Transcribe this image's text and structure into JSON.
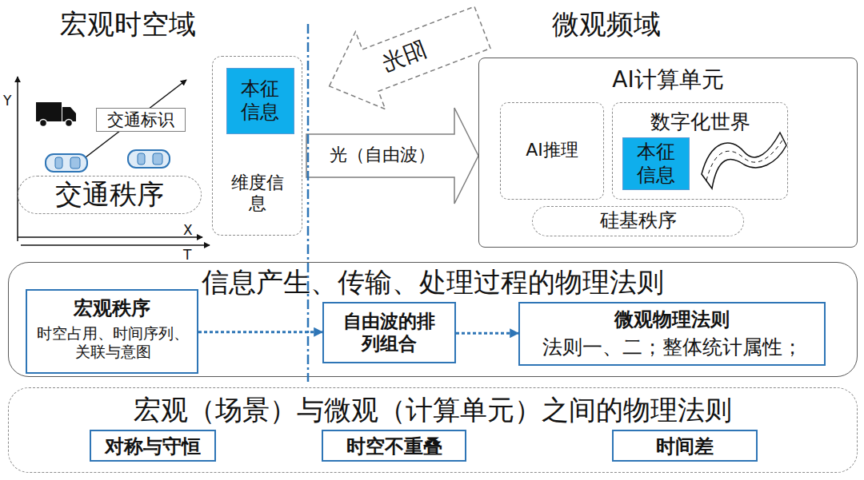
{
  "diagram": {
    "nodes": [
      {
        "text": [
          "交通标识"
        ]
      },
      {
        "text": [
          "交通秩序"
        ]
      },
      {
        "text": [
          "维度信息"
        ]
      },
      {
        "text": [
          "本征信息"
        ],
        "in": 2
      },
      {
        "text": [
          "阳光"
        ]
      },
      {
        "text": [
          "光（自由波）"
        ]
      },
      {
        "text": [
          "AI计算单元"
        ]
      },
      {
        "text": [
          "AI推理"
        ],
        "in": 6
      },
      {
        "text": [
          "数字化世界"
        ],
        "in": 6
      },
      {
        "text": [
          "本征信息"
        ],
        "in": 8
      },
      {
        "text": [
          "硅基秩序"
        ],
        "in": 6
      },
      {
        "text": [
          "信息产生、传输、处理过程的物理法则"
        ]
      },
      {
        "text": [
          "宏观秩序",
          "时空占用、时间序列、关联与意图"
        ],
        "in": 11
      },
      {
        "text": [
          "自由波的排列组合"
        ],
        "in": 11
      },
      {
        "text": [
          "微观物理法则",
          "法则一、二；整体统计属性；"
        ],
        "in": 11
      },
      {
        "text": [
          "宏观（场景）与微观（计算单元）之间的物理法则"
        ]
      },
      {
        "text": [
          "对称与守恒"
        ],
        "in": 15
      },
      {
        "text": [
          "时空不重叠"
        ],
        "in": 15
      },
      {
        "text": [
          "时间差"
        ],
        "in": 15
      }
    ],
    "edges": [
      {
        "from": 12,
        "to": 13,
        "arrow": "to"
      },
      {
        "from": 13,
        "to": 14,
        "arrow": "to"
      }
    ],
    "labels": [
      "宏观时空域",
      "微观频域",
      "Y",
      "X",
      "T"
    ]
  }
}
